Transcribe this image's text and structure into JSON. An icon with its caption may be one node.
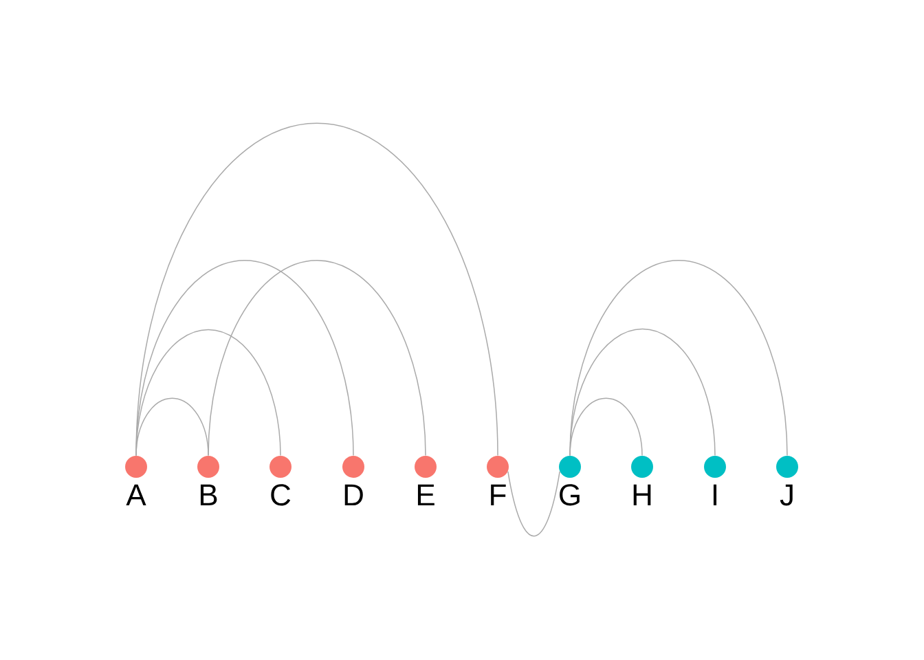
{
  "diagram": {
    "nodes": [
      {
        "text": [
          "A"
        ]
      },
      {
        "text": [
          "B"
        ]
      },
      {
        "text": [
          "C"
        ]
      },
      {
        "text": [
          "D"
        ]
      },
      {
        "text": [
          "E"
        ]
      },
      {
        "text": [
          "F"
        ]
      },
      {
        "text": [
          "G"
        ]
      },
      {
        "text": [
          "H"
        ]
      },
      {
        "text": [
          "I"
        ]
      },
      {
        "text": [
          "J"
        ]
      }
    ],
    "edges": [
      {
        "from": 0,
        "to": 1,
        "arrow": "none"
      },
      {
        "from": 0,
        "to": 2,
        "arrow": "none"
      },
      {
        "from": 0,
        "to": 3,
        "arrow": "none"
      },
      {
        "from": 0,
        "to": 5,
        "arrow": "none"
      },
      {
        "from": 1,
        "to": 4,
        "arrow": "none"
      },
      {
        "from": 5,
        "to": 6,
        "arrow": "none"
      },
      {
        "from": 6,
        "to": 7,
        "arrow": "none"
      },
      {
        "from": 6,
        "to": 8,
        "arrow": "none"
      },
      {
        "from": 6,
        "to": 9,
        "arrow": "none"
      }
    ]
  }
}
